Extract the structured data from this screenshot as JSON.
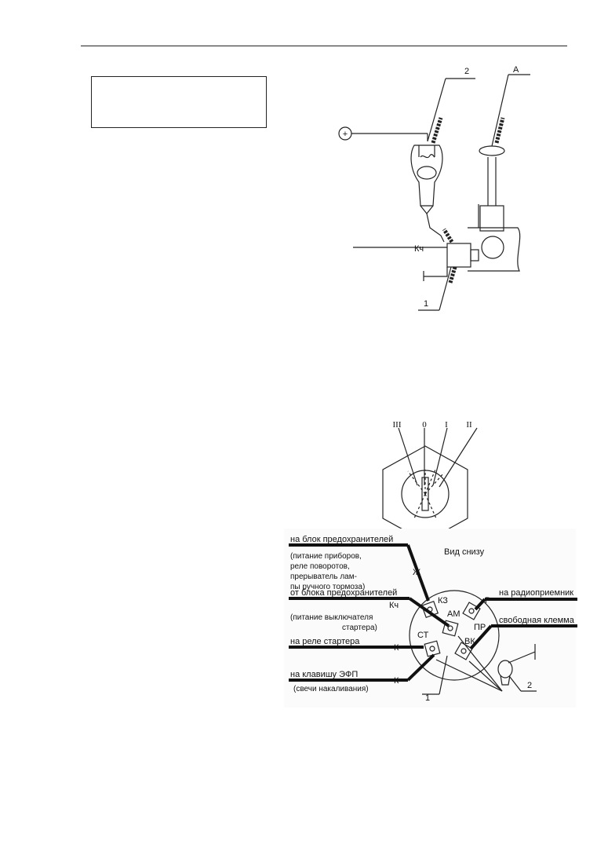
{
  "page": {
    "note_box": ""
  },
  "fig1": {
    "plus_symbol": "+",
    "label_2": "2",
    "label_A": "A",
    "label_Kch": "Кч",
    "label_1": "1"
  },
  "fig2": {
    "positions": [
      "III",
      "0",
      "I",
      "II"
    ]
  },
  "fig3": {
    "view_label": "Вид снизу",
    "left_labels": {
      "fuse_block_to": "на блок предохранителей",
      "fuse_block_to_note": [
        "(питание приборов,",
        "реле поворотов,",
        "прерыватель лам-",
        "пы ручного тормоза)"
      ],
      "fuse_block_from": "от блока предохранителей",
      "fuse_block_from_note": [
        "(питание выключателя",
        "стартера)"
      ],
      "starter_relay": "на реле стартера",
      "efp_key": "на клавишу ЭФП",
      "efp_key_note": "(свечи накаливания)"
    },
    "right_labels": {
      "radio": "на радиоприемник",
      "free_terminal": "свободная клемма"
    },
    "wire_letters": {
      "zh": "Ж",
      "kch": "Кч",
      "k_starter": "К",
      "k_efp": "К",
      "r_radio": "Р"
    },
    "terminals": {
      "kz": "КЗ",
      "am": "АМ",
      "pr": "ПР",
      "st": "СТ",
      "vk": "ВК"
    },
    "callout_1": "1",
    "callout_2": "2"
  }
}
